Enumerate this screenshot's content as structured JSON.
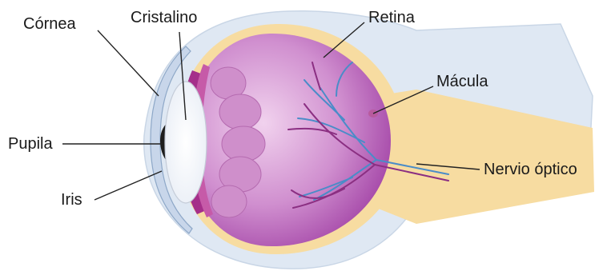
{
  "labels": {
    "cornea": "Córnea",
    "cristalino": "Cristalino",
    "retina": "Retina",
    "macula": "Mácula",
    "pupila": "Pupila",
    "nervio": "Nervio óptico",
    "iris": "Iris"
  },
  "colors": {
    "outer_sclera": "#dde7f2",
    "retina_layer": "#f7dca1",
    "vitreous": "#b455b0",
    "vitreous_light": "#e4b6e0",
    "ciliary": "#b0328f",
    "lens": "#ffffff",
    "vessel_blue": "#4a8cc8",
    "vessel_purple": "#9a3a8a",
    "nerve": "#f5d79a"
  }
}
